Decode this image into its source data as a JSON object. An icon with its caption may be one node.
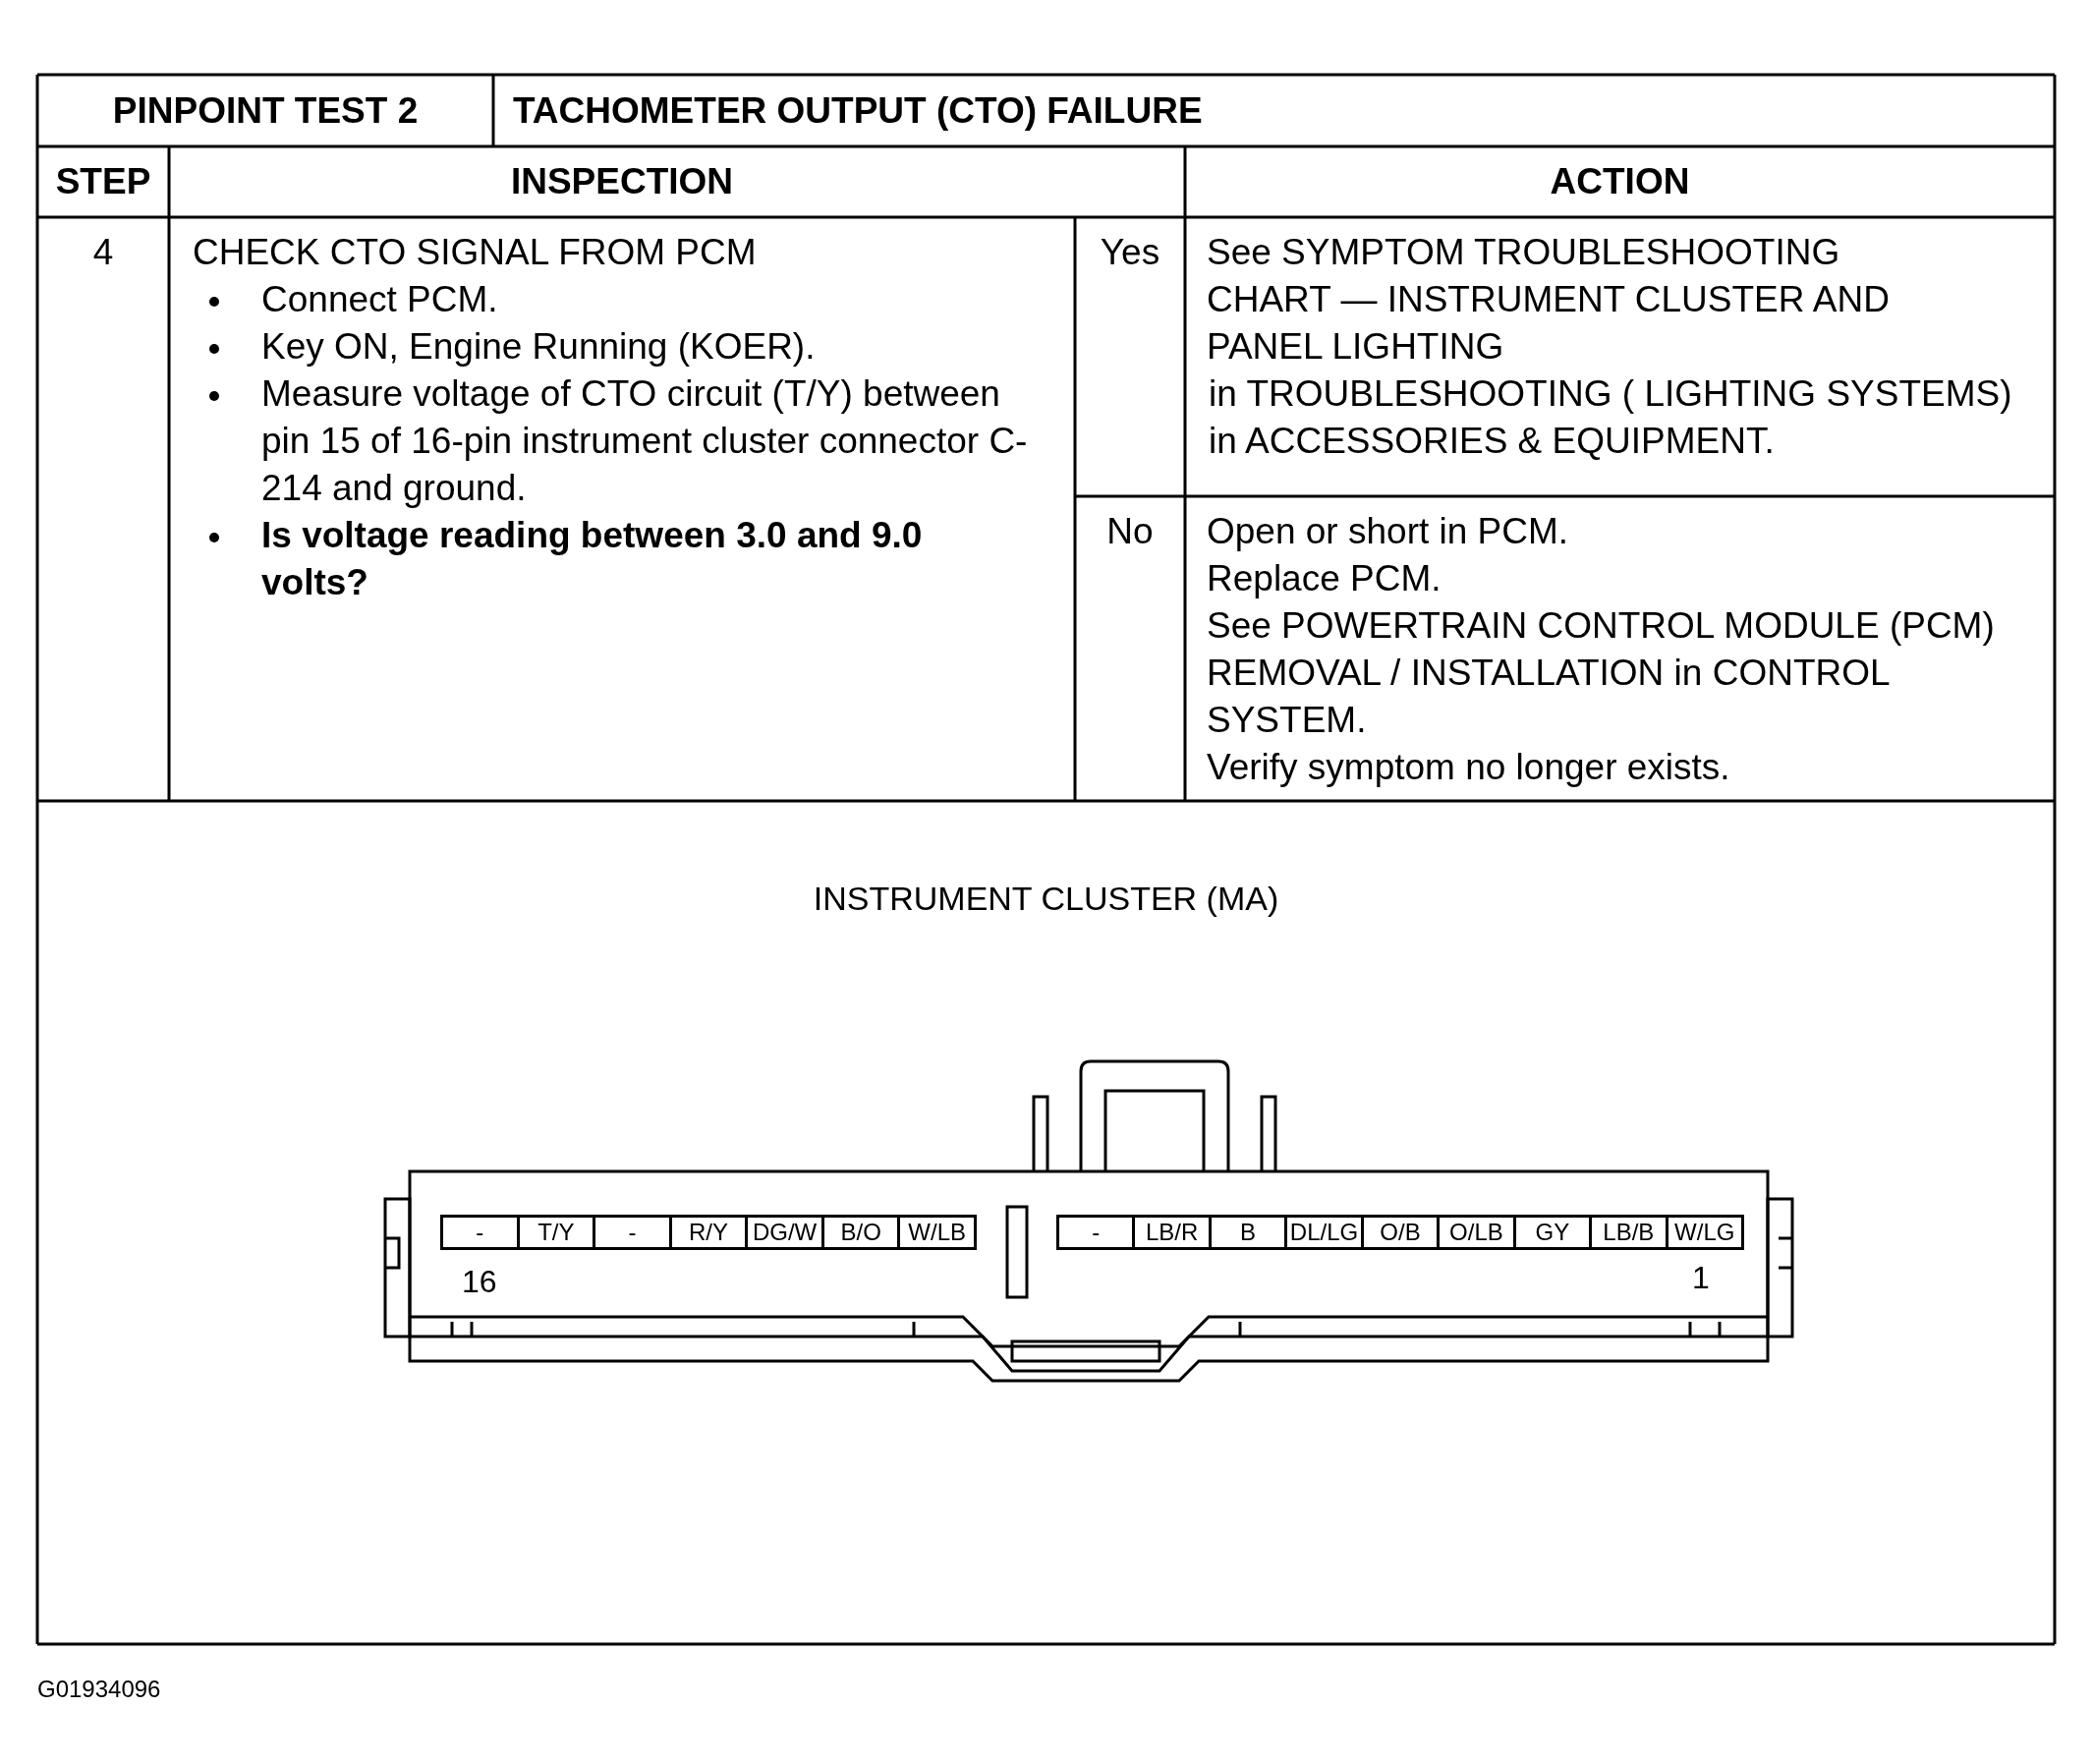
{
  "diagram": {
    "labels": [
      "PINPOINT TEST 2",
      "TACHOMETER OUTPUT (CTO) FAILURE",
      "STEP",
      "INSPECTION",
      "ACTION",
      "4",
      "CHECK CTO SIGNAL FROM PCM",
      "Connect PCM.",
      "Key ON, Engine Running (KOER).",
      "Measure voltage of CTO circuit (T/Y) between pin 15 of 16-pin instrument cluster connector C-214 and ground.",
      "Is voltage reading between 3.0 and 9.0 volts?",
      "Yes",
      "See SYMPTOM TROUBLESHOOTING CHART — INSTRUMENT CLUSTER AND PANEL LIGHTING",
      "in TROUBLESHOOTING ( LIGHTING SYSTEMS)",
      "in ACCESSORIES & EQUIPMENT.",
      "No",
      "Open or short in PCM.",
      "Replace PCM.",
      "See POWERTRAIN CONTROL MODULE (PCM) REMOVAL / INSTALLATION in CONTROL SYSTEM.",
      "Verify symptom no longer exists.",
      "INSTRUMENT CLUSTER (MA)",
      "-",
      "T/Y",
      "-",
      "R/Y",
      "DG/W",
      "B/O",
      "W/LB",
      "-",
      "LB/R",
      "B",
      "DL/LG",
      "O/B",
      "O/LB",
      "GY",
      "LB/B",
      "W/LG",
      "16",
      "1",
      "G01934096"
    ]
  }
}
